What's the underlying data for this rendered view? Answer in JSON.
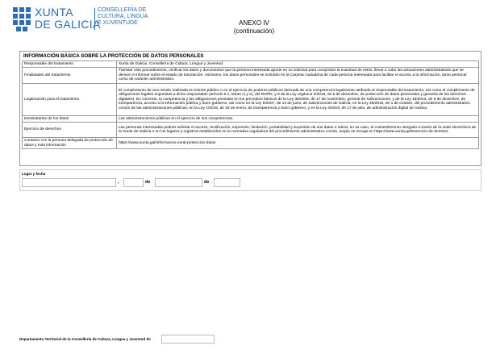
{
  "header": {
    "logo_line1": "XUNTA",
    "logo_line2": "DE GALICIA",
    "logo_cons": [
      "CONSELLERÍA DE",
      "CULTURA, LINGUA",
      "E XUVENTUDE"
    ],
    "annex_title": "ANEXO IV",
    "annex_subtitle": "(continuación)"
  },
  "brand_color": "#2e6cb5",
  "section_title": "INFORMACIÓN BÁSICA SOBRE LA PROTECCIÓN DE DATOS PERSONALES",
  "rows": [
    {
      "label": "Responsable del tratamiento",
      "value": "Xunta de Galicia. Consellería de Cultura, Lengua y Juventud."
    },
    {
      "label": "Finalidades del tratamiento",
      "value": "Tramitar este procedimiento, verificar los datos y documentos que la persona interesada aporte en su solicitud para comprobar la exactitud de estos, llevar a cabo las actuaciones administrativas que se deriven e informar sobre el estado de tramitación. Asimismo, los datos personales se incluirán en la Carpeta ciudadana de cada persona interesada para facilitar el acceso a la información, tanto personal como de carácter administrativo."
    },
    {
      "label": "Legitimación para el tratamiento",
      "value": "El cumplimiento de una misión realizada en interés público o en el ejercicio de poderes públicos derivada de una competencia legalmente atribuida al responsable del tratamiento, así como el cumplimiento de obligaciones legales impuestas a dicho responsable (artículo 6.1, letras c) y e), del RGPD, y 8 de la Ley orgánica 3/2018, de 5 de diciembre, de protección de datos personales y garantía de los derechos digitales). En concreto, la competencia y las obligaciones previstas en los preceptos básicos de la Ley 38/2003, de 17 de noviembre, general de subvenciones, y de la Ley 19/2013, de 9 de diciembre, de transparencia, acceso a la información pública y buen gobierno, así como en la Ley 9/2007, de 13 de junio, de subvenciones de Galicia; en la Ley 39/2015, de 1 de octubre, del procedimiento administrativo común de las administraciones públicas; en la Ley 1/2016, de 18 de enero, de transparencia y buen gobierno, y en la Ley 4/2019, de 17 de julio, de administración digital de Galicia."
    },
    {
      "label": "Destinatarias de los datos",
      "value": "Las administraciones públicas en el ejercicio de sus competencias."
    },
    {
      "label": "Ejercicio de derechos",
      "value": "Las personas interesadas podrán solicitar el acceso, rectificación, supresión, limitación, portabilidad y supresión de sus datos o retirar, en su caso, el consentimiento otorgado a través de la sede electrónica de la Xunta de Galicia o en los lugares y registros establecidos en la normativa reguladora del procedimiento administrativo común, según se recoge en https://www.xunta.gal/exercicio-de-dereitos"
    },
    {
      "label": "Contacto con la persona delegada de protección de datos y más información",
      "value": "https://www.xunta.gal/informacion-xeral-proteccion-datos"
    }
  ],
  "lugar": {
    "label": "Lugar y fecha",
    "comma": ",",
    "de1": "de",
    "de2": "de"
  },
  "footer": "Departamento Territorial de la Consellería de Cultura, Lengua y Juventud de"
}
